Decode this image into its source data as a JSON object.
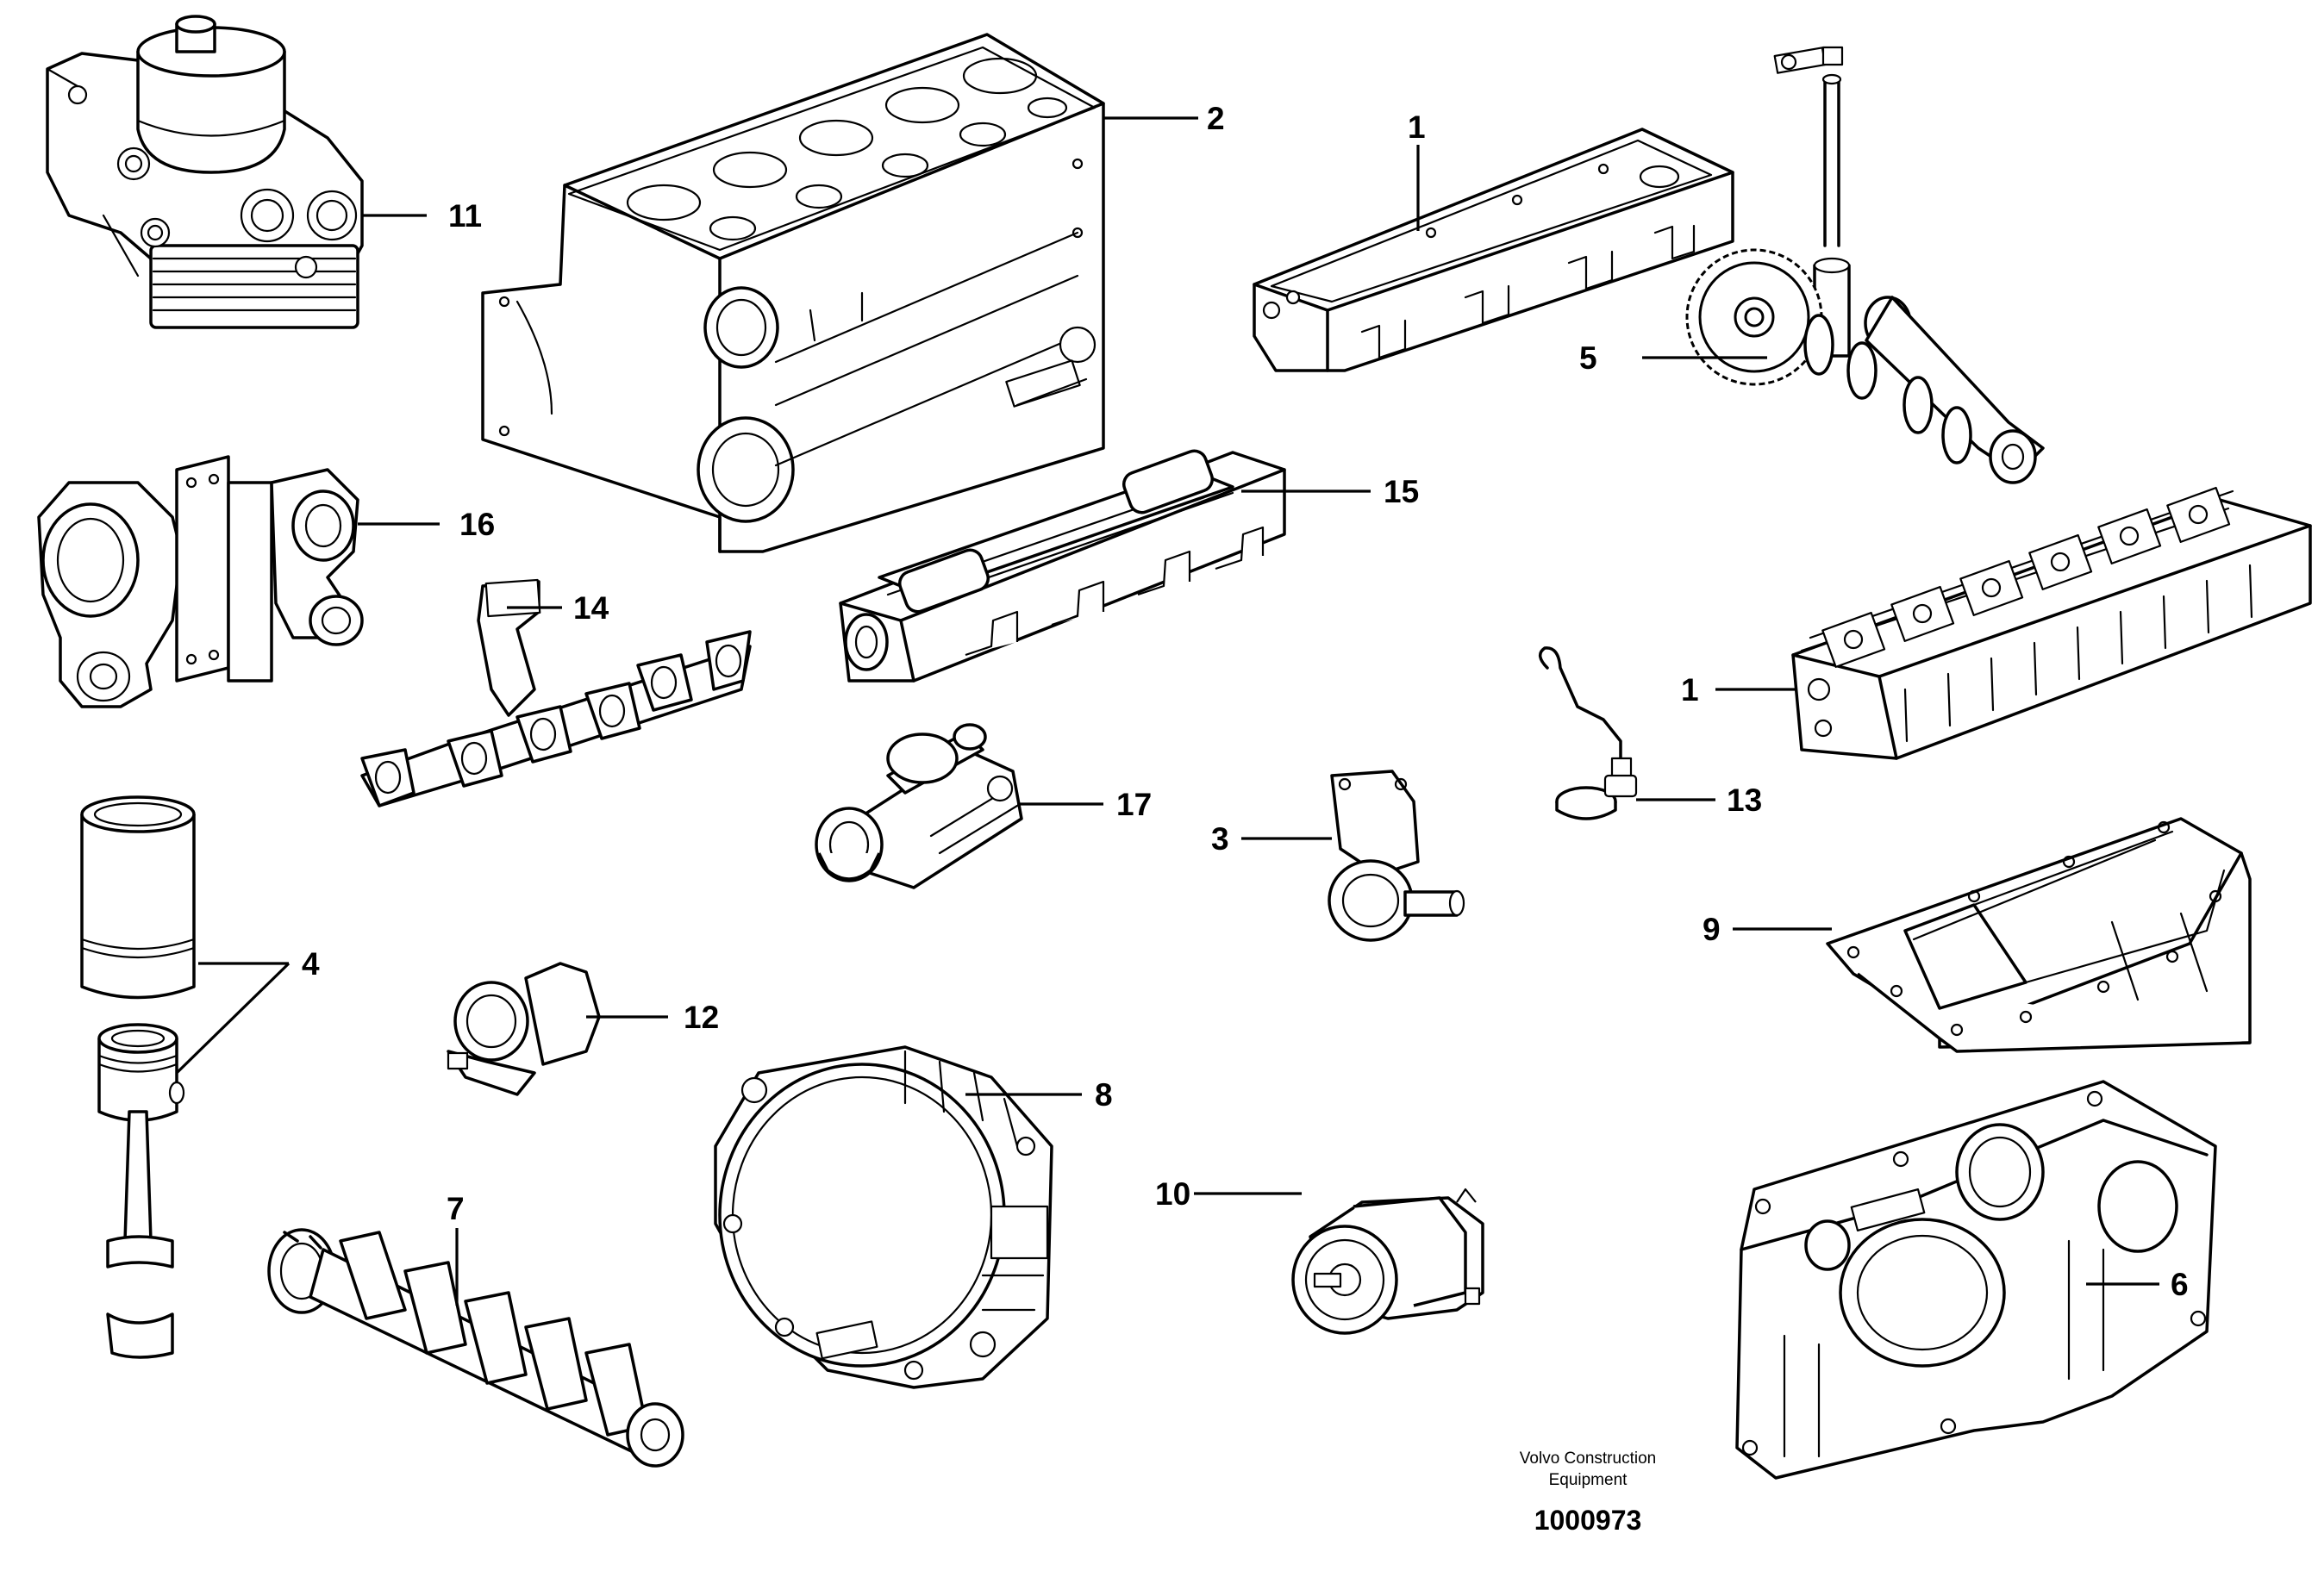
{
  "callouts": {
    "c1a": "1",
    "c1b": "1",
    "c2": "2",
    "c3": "3",
    "c4": "4",
    "c5": "5",
    "c6": "6",
    "c7": "7",
    "c8": "8",
    "c9": "9",
    "c10": "10",
    "c11": "11",
    "c12": "12",
    "c13": "13",
    "c14": "14",
    "c15": "15",
    "c16": "16",
    "c17": "17"
  },
  "credit": {
    "line1": "Volvo Construction",
    "line2": "Equipment"
  },
  "figure_number": "1000973"
}
